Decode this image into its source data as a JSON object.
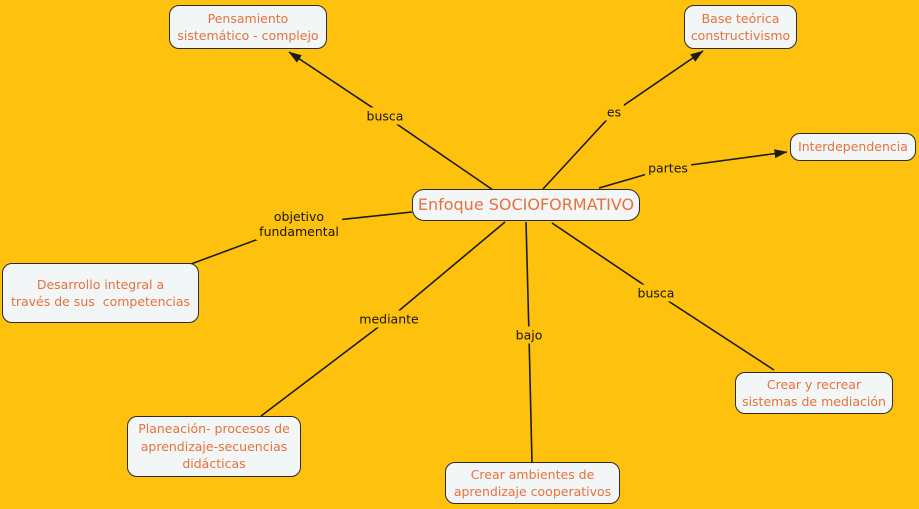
{
  "colors": {
    "canvas_bg": "#FEC10D",
    "node_fill": "#F2F6F7",
    "node_border": "#2B2B2B",
    "node_text": "#E8713B",
    "edge_line": "#1C1C1C",
    "edge_text": "#161616"
  },
  "nodes": {
    "central": {
      "label": "Enfoque SOCIOFORMATIVO"
    },
    "pensamiento": {
      "label": [
        "Pensamiento",
        "sistemático - complejo"
      ]
    },
    "base_teorica": {
      "label": [
        "Base teórica",
        "constructivismo"
      ]
    },
    "interdependencia": {
      "label": "Interdependencia"
    },
    "desarrollo": {
      "label": [
        "Desarrollo integral a",
        "través de sus  competencias"
      ]
    },
    "planeacion": {
      "label": [
        "Planeación- procesos de",
        "aprendizaje-secuencias",
        "didácticas"
      ]
    },
    "ambientes": {
      "label": [
        "Crear ambientes de",
        "aprendizaje cooperativos"
      ]
    },
    "mediacion": {
      "label": [
        "Crear y recrear",
        "sistemas de mediación"
      ]
    }
  },
  "edges": {
    "busca_top": {
      "label": "busca"
    },
    "es": {
      "label": "es"
    },
    "partes": {
      "label": "partes"
    },
    "objetivo_fundamental": {
      "label": [
        "objetivo",
        "fundamental"
      ]
    },
    "mediante": {
      "label": "mediante"
    },
    "bajo": {
      "label": "bajo"
    },
    "busca_bottom": {
      "label": "busca"
    }
  }
}
